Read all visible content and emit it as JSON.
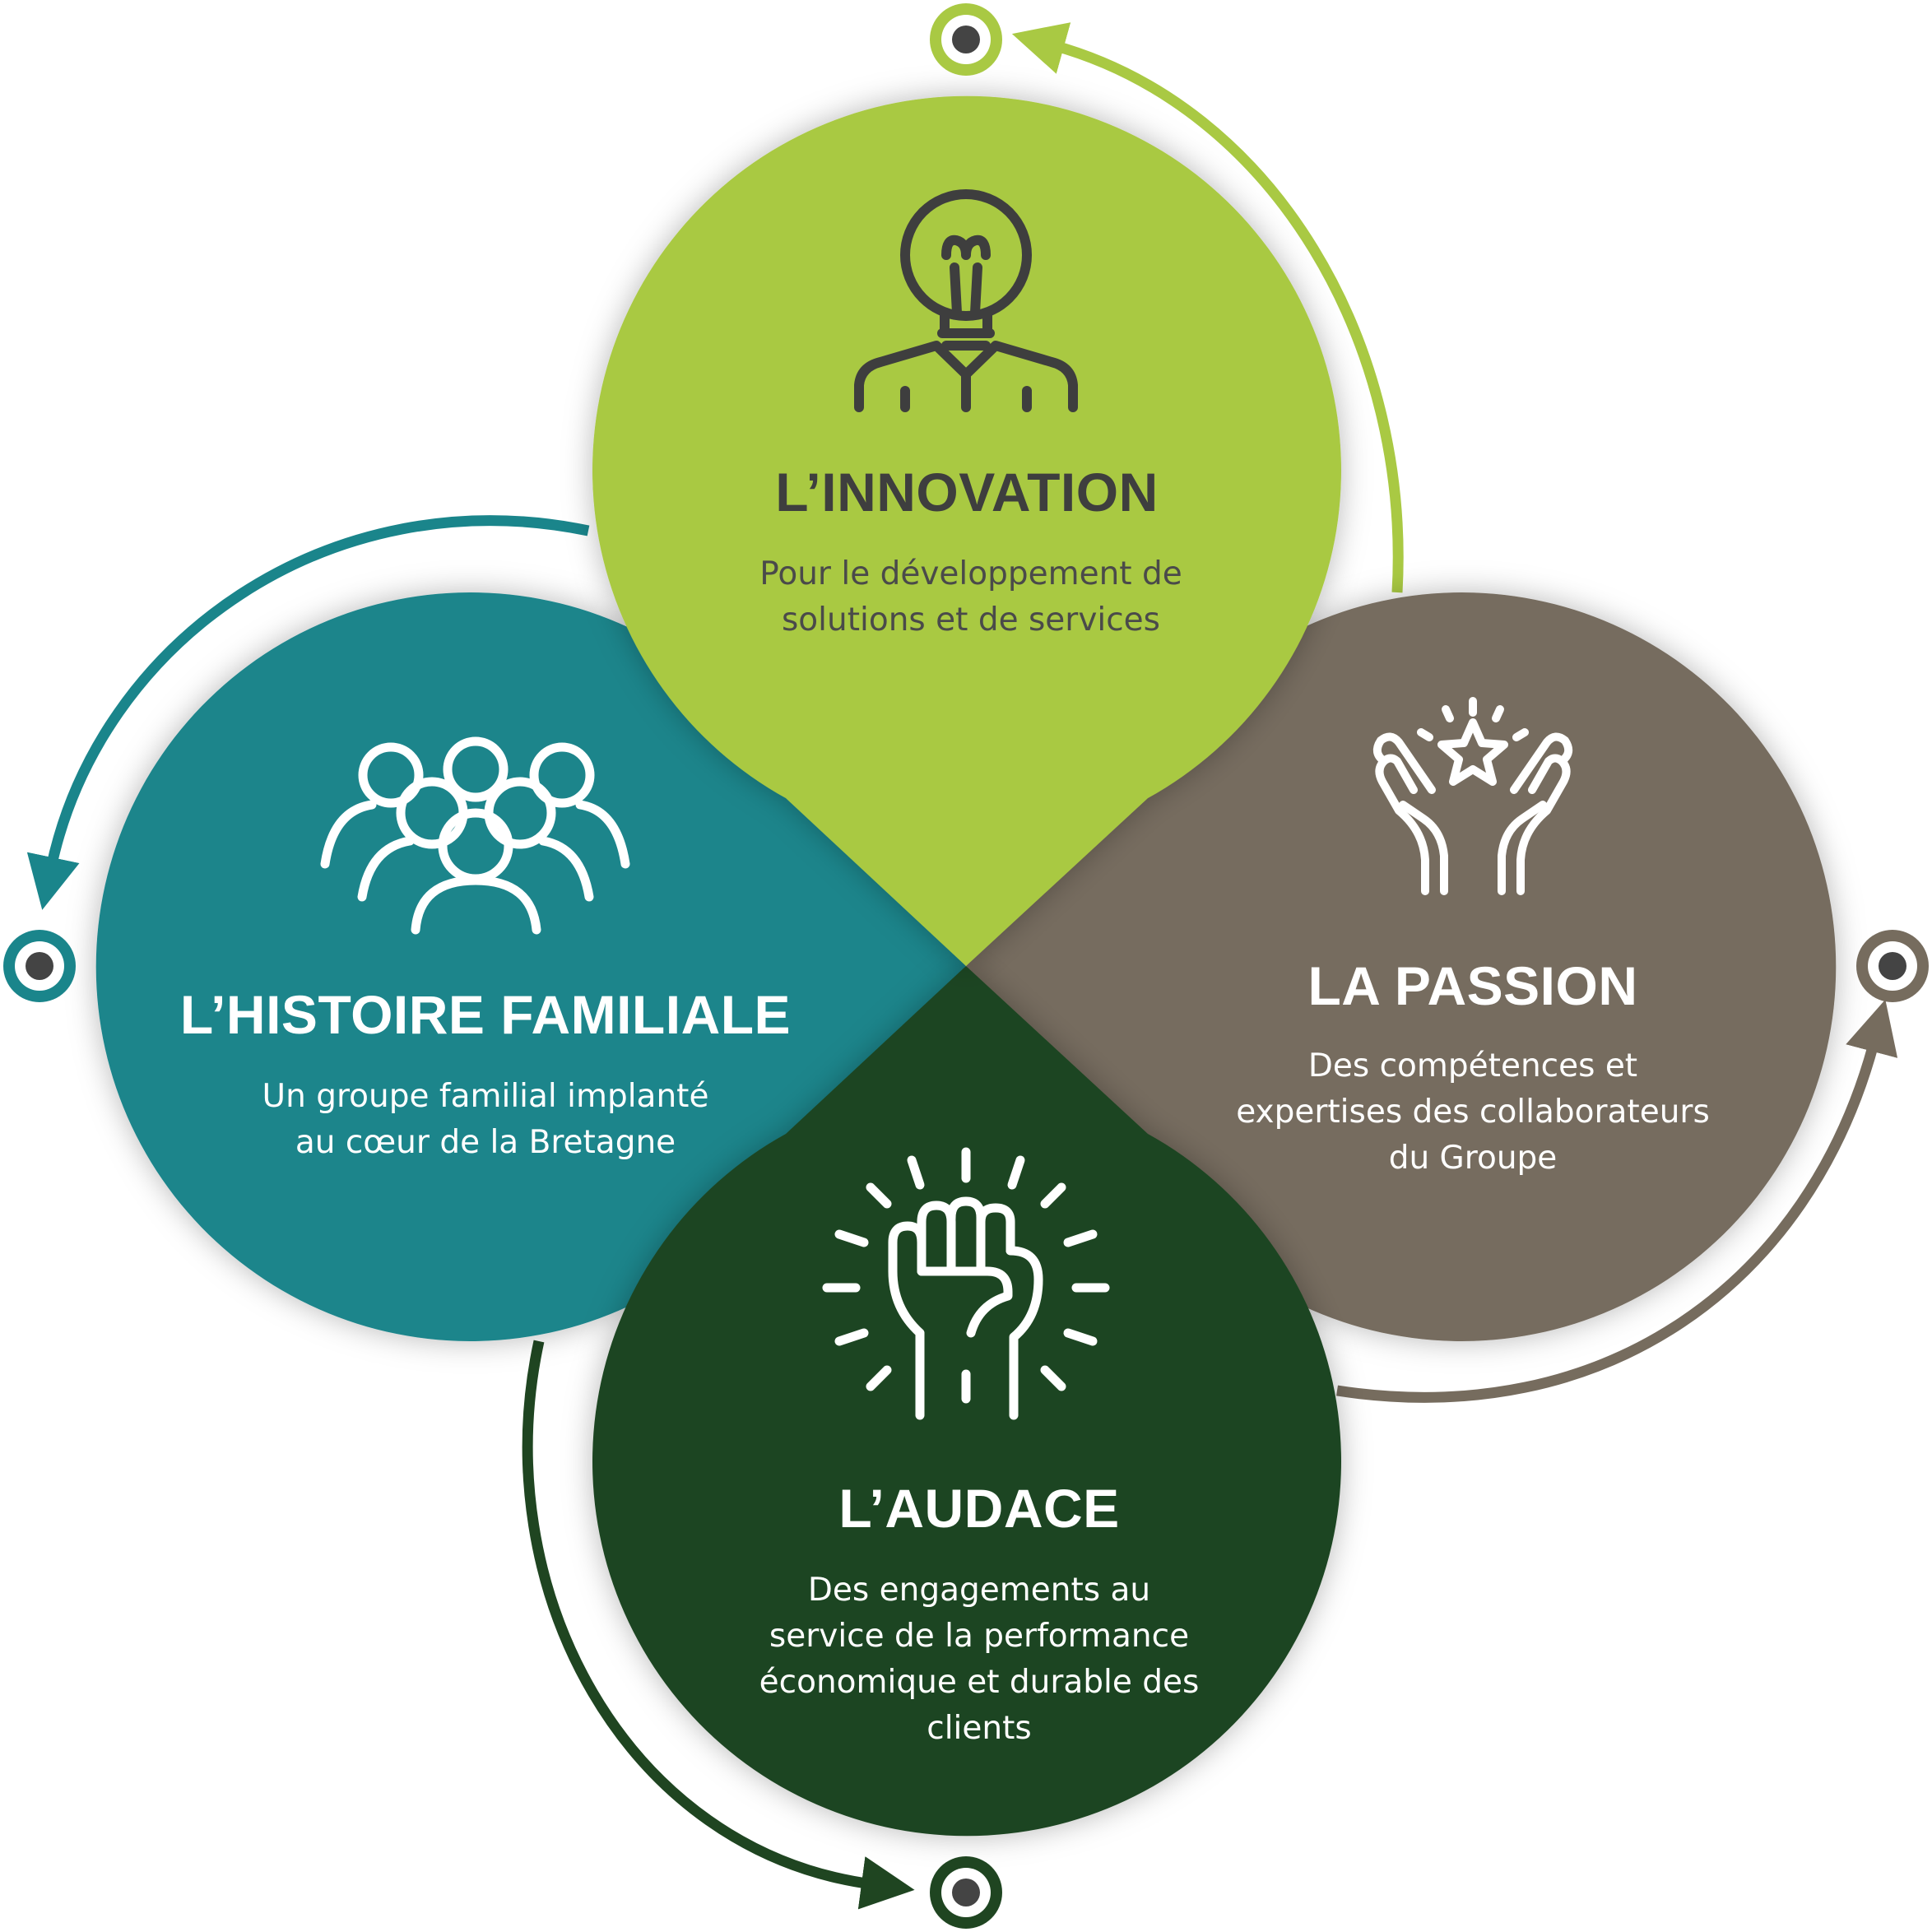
{
  "colors": {
    "innovation": "#a9c943",
    "histoire": "#1a858b",
    "passion": "#766c5e",
    "audace": "#1f4521",
    "dark_icon": "#3e3e3e",
    "marker_center": "#444444"
  },
  "petals": {
    "innovation": {
      "icon": "lightbulb-person-icon",
      "title": "L’INNOVATION",
      "description": [
        "Pour le développement de",
        "solutions et de services"
      ]
    },
    "histoire": {
      "icon": "family-group-icon",
      "title": "L’HISTOIRE FAMILIALE",
      "description": [
        "Un groupe familial implanté",
        "au cœur de la Bretagne"
      ]
    },
    "passion": {
      "icon": "hands-star-icon",
      "title": "LA PASSION",
      "description": [
        "Des compétences et",
        "expertises des collaborateurs",
        "du Groupe"
      ]
    },
    "audace": {
      "icon": "raised-fist-icon",
      "title": "L’AUDACE",
      "description": [
        "Des engagements au",
        "service de la performance",
        "économique et durable des",
        "clients"
      ]
    }
  }
}
